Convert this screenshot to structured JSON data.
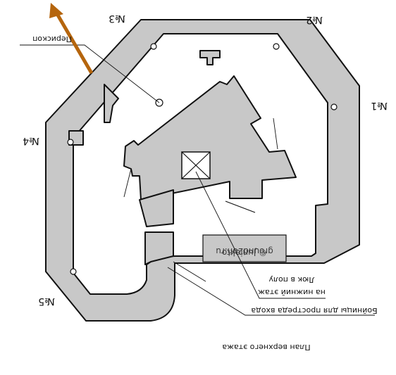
{
  "labels": {
    "n3": "№3",
    "n2": "№2",
    "n1": "№1",
    "n4": "№4",
    "n5": "№5",
    "periscope": "Перископ",
    "hatch_line1": "Люк в полу",
    "hatch_line2": "на нижний этаж",
    "embrasures": "Бойницы для простреда входа",
    "plan_title": "План верхнего этажа",
    "watermark_line1": "© Juniekto",
    "watermark_line2": "ground2oh.ru"
  },
  "colors": {
    "wall_fill": "#c8c8c8",
    "outline": "#111111",
    "arrow": "#b5650d",
    "watermark": "#3c3c3c",
    "background": "#ffffff"
  },
  "icons": {
    "north_arrow": "arrow-up-left-icon"
  }
}
